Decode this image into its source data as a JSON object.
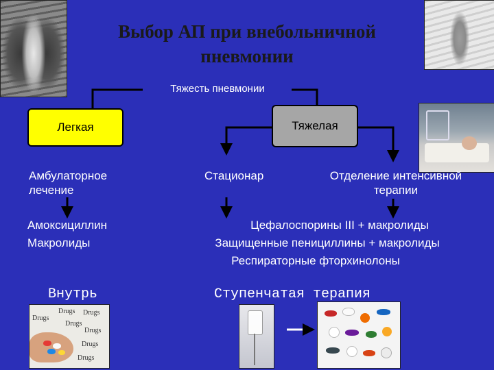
{
  "title": "Выбор АП при внебольничной пневмонии",
  "severity_label": "Тяжесть пневмонии",
  "mild": {
    "label": "Легкая",
    "care": "Амбулаторное лечение",
    "drugs": [
      "Амоксициллин",
      "Макролиды"
    ],
    "route": "Внутрь"
  },
  "severe": {
    "label": "Тяжелая",
    "hospital": "Стационар",
    "icu": "Отделение интенсивной терапии",
    "drugs": [
      "Цефалоспорины III + макролиды",
      "Защищенные пенициллины + макролиды",
      "Респираторные фторхинолоны"
    ],
    "therapy": "Ступенчатая терапия"
  },
  "drugs_labels": [
    "Drugs",
    "Drugs",
    "Drugs",
    "Drugs",
    "Drugs",
    "Drugs",
    "Drugs"
  ],
  "colors": {
    "background": "#2b2fb8",
    "mild_box": "#ffff00",
    "severe_box": "#a6a6a6",
    "title": "#1a1a1a"
  }
}
